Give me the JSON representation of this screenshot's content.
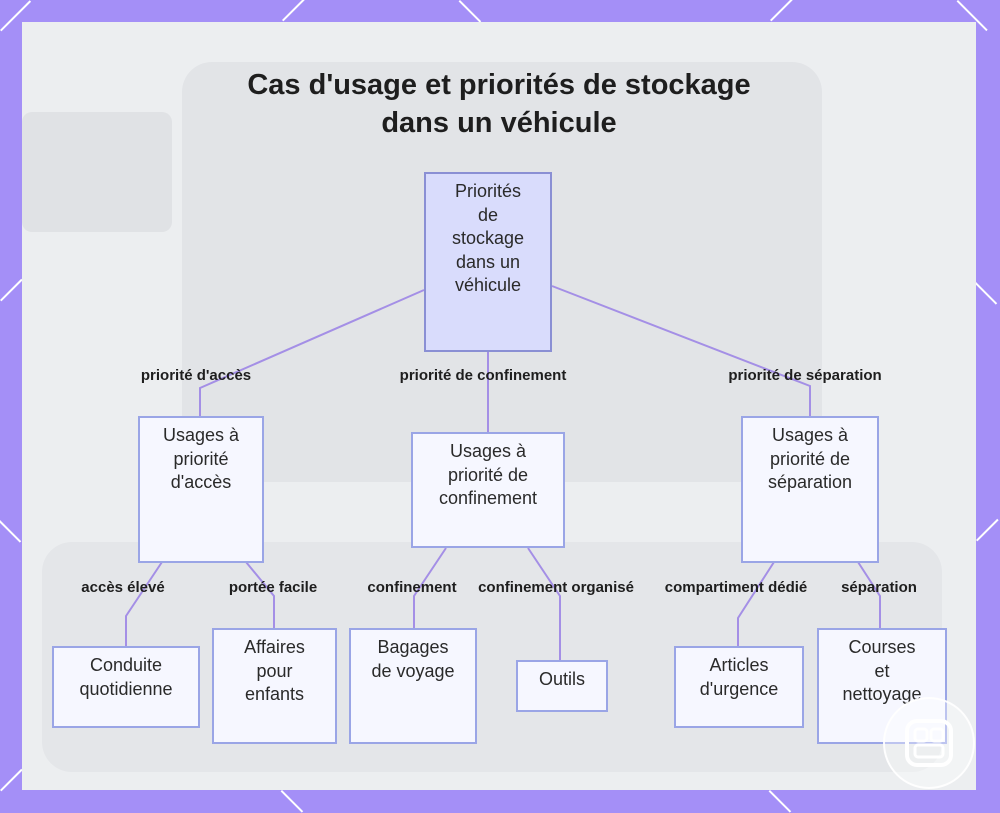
{
  "title": {
    "line1": "Cas d'usage et priorités de stockage",
    "line2": "dans un véhicule"
  },
  "colors": {
    "background": "#a48ff7",
    "edge": "#a48fe6",
    "node_fill": "#f6f7ff",
    "node_border": "#9aa5e6",
    "root_fill": "#d9dcfc"
  },
  "nodes": {
    "root": [
      "Priorités",
      "de",
      "stockage",
      "dans un",
      "véhicule"
    ],
    "acces": [
      "Usages à",
      "priorité",
      "d'accès"
    ],
    "confinement": [
      "Usages à",
      "priorité de",
      "confinement"
    ],
    "separation": [
      "Usages à",
      "priorité de",
      "séparation"
    ],
    "conduite": [
      "Conduite",
      "quotidienne"
    ],
    "enfants": [
      "Affaires",
      "pour",
      "enfants"
    ],
    "bagages": [
      "Bagages",
      "de voyage"
    ],
    "outils": [
      "Outils"
    ],
    "urgence": [
      "Articles",
      "d'urgence"
    ],
    "courses": [
      "Courses",
      "et",
      "nettoyage"
    ]
  },
  "edges": {
    "priorite_acces": "priorité d'accès",
    "priorite_confinement": "priorité de confinement",
    "priorite_separation": "priorité de séparation",
    "acces_eleve": "accès élevé",
    "portee_facile": "portée facile",
    "confinement": "confinement",
    "confinement_organise": "confinement organisé",
    "compartiment_dedie": "compartiment dédié",
    "separation": "séparation"
  },
  "watermark_icon": "logo-badge-icon"
}
